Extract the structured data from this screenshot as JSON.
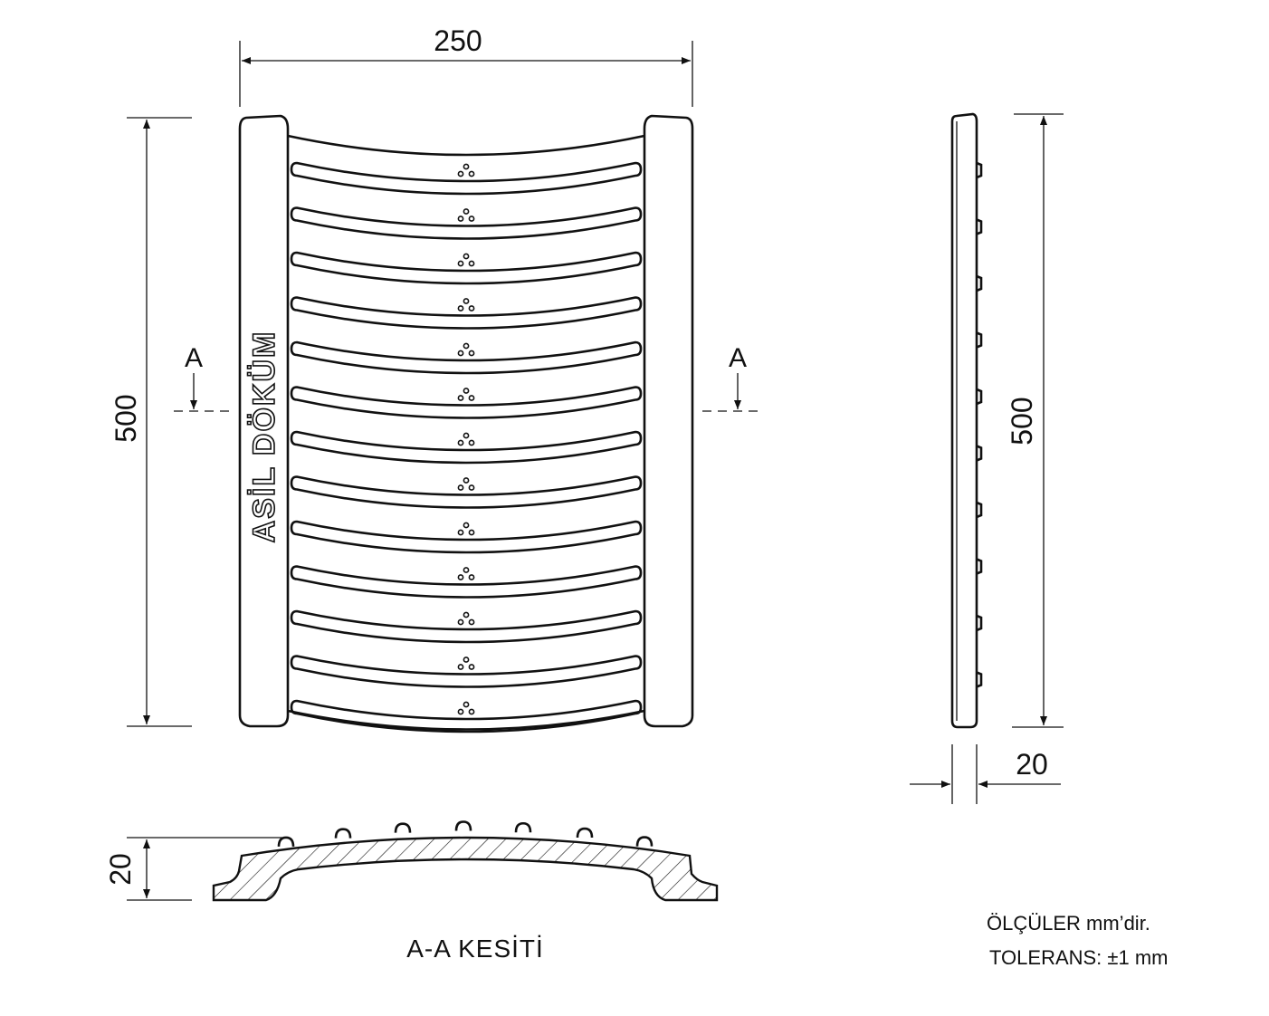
{
  "front_view": {
    "width_dim": "250",
    "height_dim": "500",
    "brand_text": "ASİL DÖKÜM",
    "section_marker": "A",
    "slot_count": 13
  },
  "side_view": {
    "height_dim": "500",
    "thickness_dim": "20",
    "rib_count": 10
  },
  "section_view": {
    "height_dim": "20",
    "caption": "A-A  KESİTİ"
  },
  "notes": {
    "units": "ÖLÇÜLER  mm’dir.",
    "tolerance": "TOLERANS: ±1 mm"
  }
}
